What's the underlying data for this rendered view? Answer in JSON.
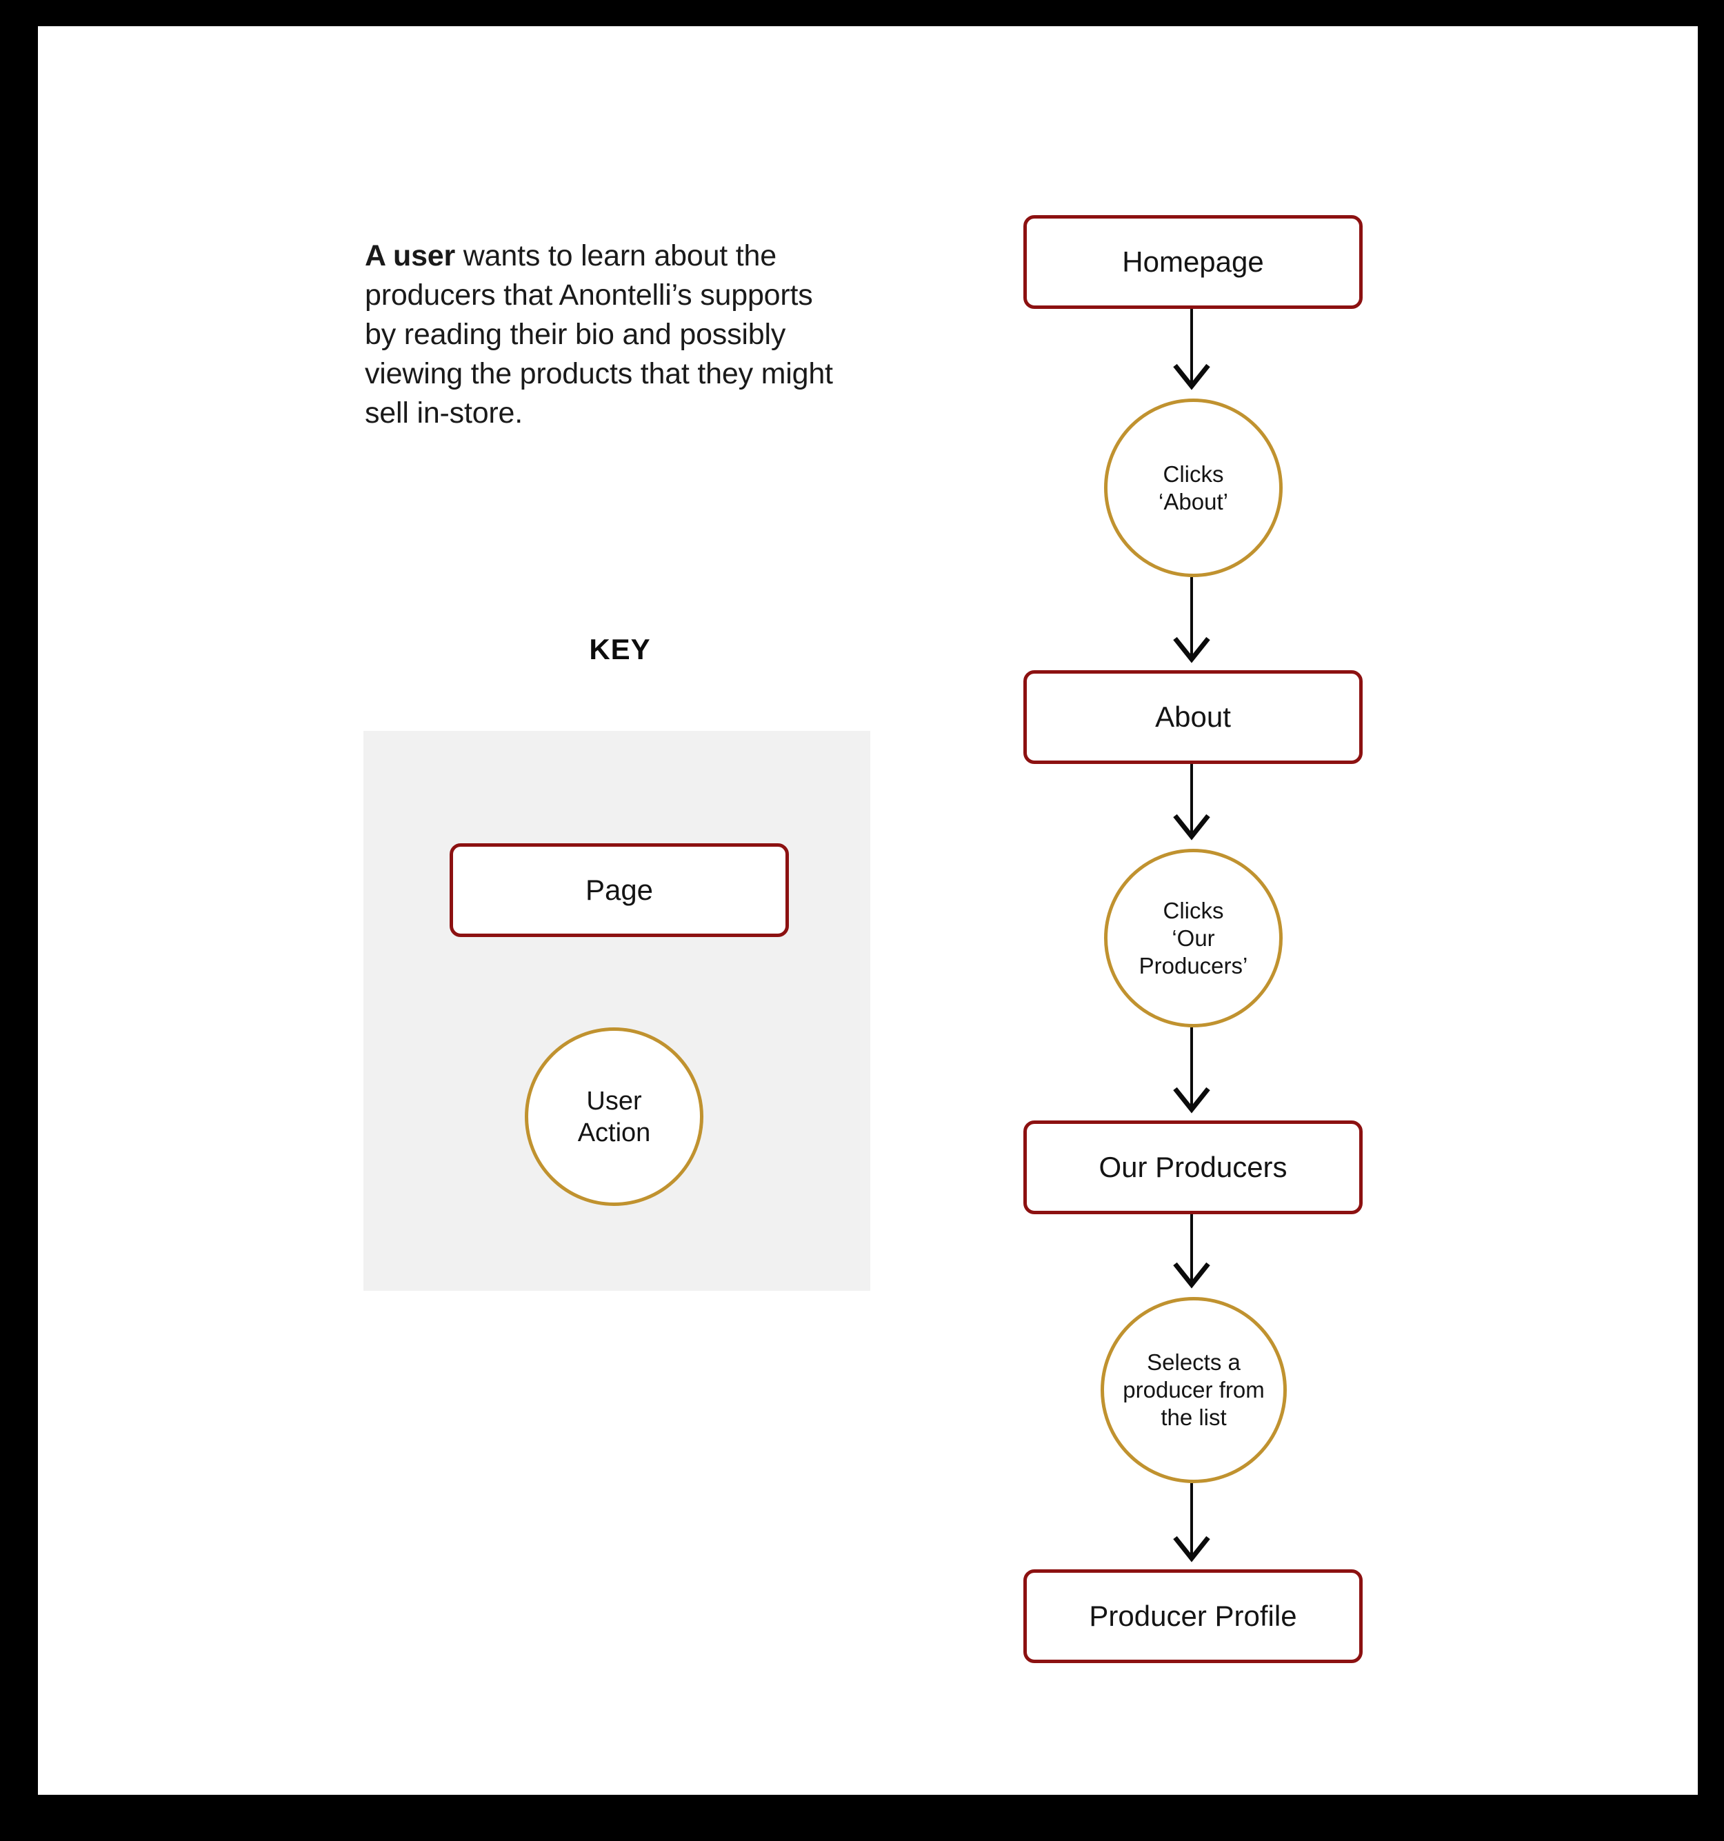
{
  "canvas": {
    "background_color": "#000000",
    "sheet_color": "#FFFFFF"
  },
  "palette": {
    "page_border": "#8C1111",
    "action_border": "#C0922F",
    "connector": "#0B0B0B",
    "key_panel_background": "#F1F1F1",
    "text": "#141414"
  },
  "intro": {
    "lead": "A user",
    "rest": " wants to learn about the producers that Anontelli’s supports by reading their bio and possibly viewing the products that they might sell in-store."
  },
  "key": {
    "title": "KEY",
    "page_sample_label": "Page",
    "action_sample_line_1": "User",
    "action_sample_line_2": "Action"
  },
  "flow": {
    "nodes": [
      {
        "id": "homepage",
        "type": "page",
        "label": "Homepage"
      },
      {
        "id": "clicks-about",
        "type": "action",
        "lines": [
          "Clicks",
          "‘About’"
        ]
      },
      {
        "id": "about",
        "type": "page",
        "label": "About"
      },
      {
        "id": "clicks-our-producers",
        "type": "action",
        "lines": [
          "Clicks",
          "‘Our",
          "Producers’"
        ]
      },
      {
        "id": "our-producers",
        "type": "page",
        "label": "Our Producers"
      },
      {
        "id": "selects-producer",
        "type": "action",
        "lines": [
          "Selects a",
          "producer from",
          "the list"
        ]
      },
      {
        "id": "producer-profile",
        "type": "page",
        "label": "Producer Profile"
      }
    ],
    "edges": [
      {
        "from": "homepage",
        "to": "clicks-about"
      },
      {
        "from": "clicks-about",
        "to": "about"
      },
      {
        "from": "about",
        "to": "clicks-our-producers"
      },
      {
        "from": "clicks-our-producers",
        "to": "our-producers"
      },
      {
        "from": "our-producers",
        "to": "selects-producer"
      },
      {
        "from": "selects-producer",
        "to": "producer-profile"
      }
    ]
  }
}
